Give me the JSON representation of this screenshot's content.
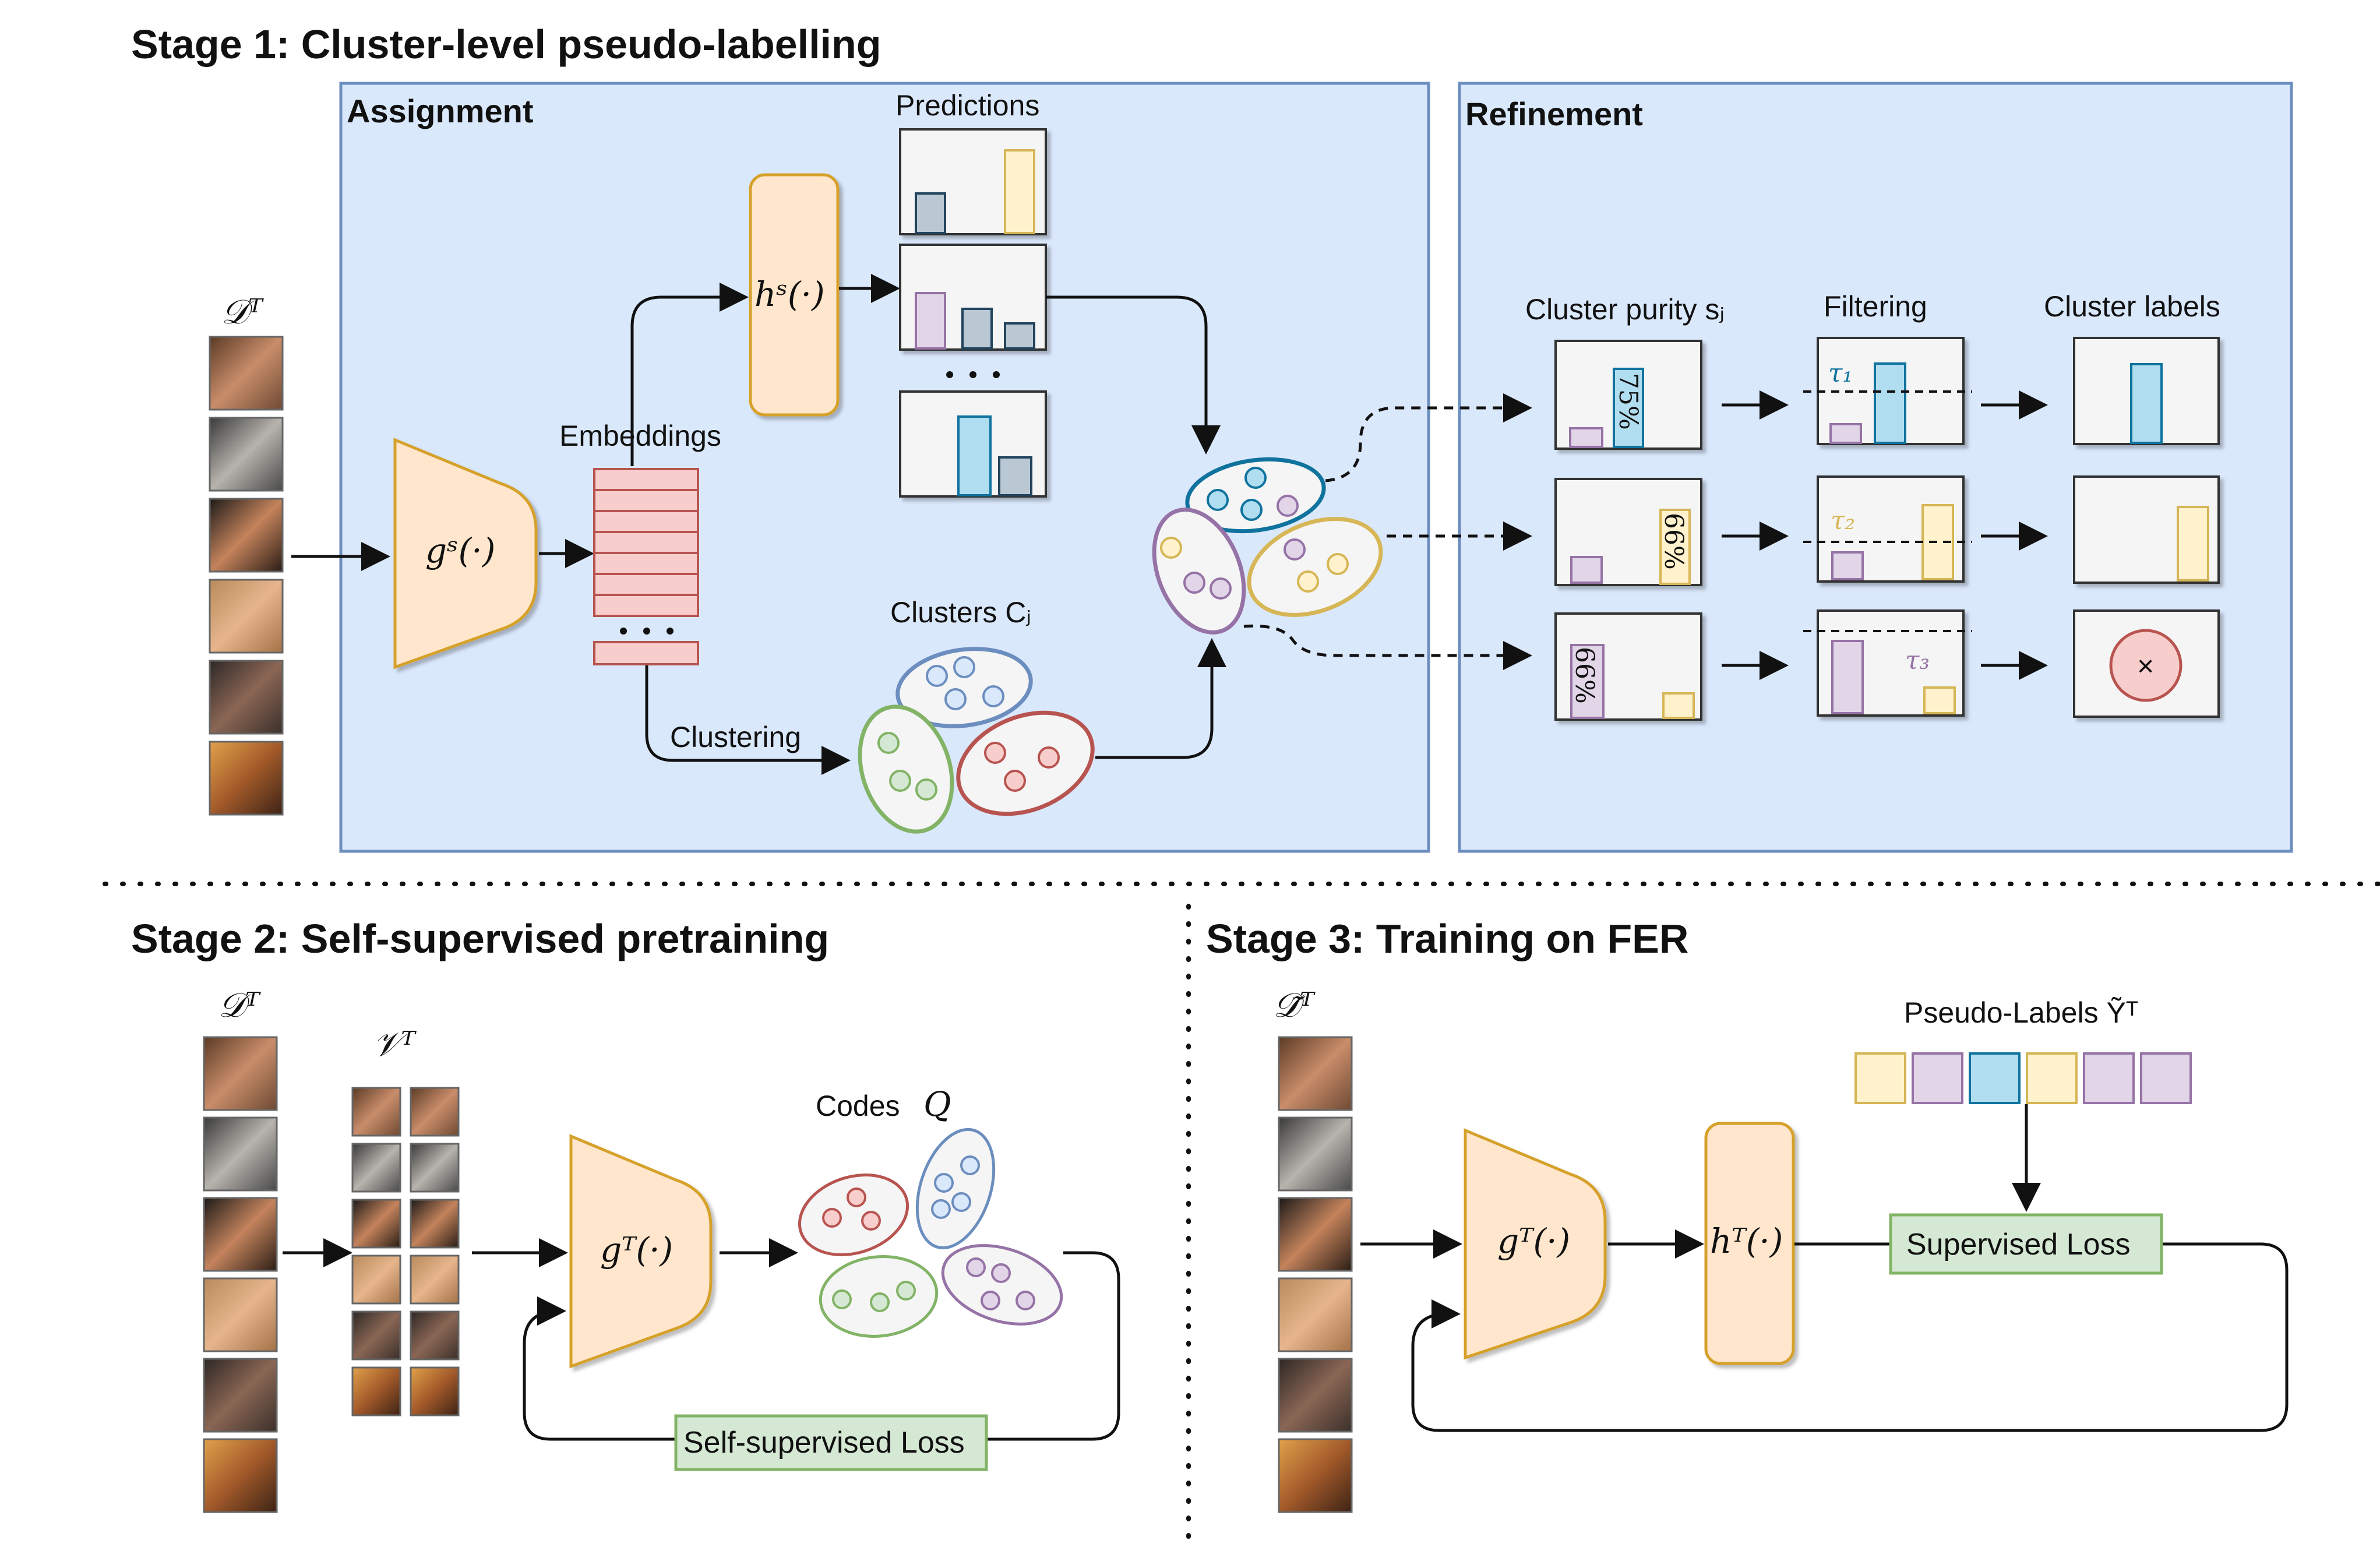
{
  "stage1": {
    "title": "Stage 1: Cluster-level pseudo-labelling",
    "assignment_title": "Assignment",
    "refinement_title": "Refinement",
    "dataset_label": "𝒟ᵀ",
    "student_encoder": "gˢ(·)",
    "student_head": "hˢ(·)",
    "embeddings_label": "Embeddings",
    "predictions_label": "Predictions",
    "clusters_label": "Clusters Cⱼ",
    "clustering_label": "Clustering",
    "purity_label": "Cluster purity sⱼ",
    "filtering_label": "Filtering",
    "cluster_labels_label": "Cluster labels",
    "purities": [
      "75%",
      "66%",
      "66%"
    ],
    "thresholds": [
      "τ₁",
      "τ₂",
      "τ₃"
    ],
    "rejected_symbol": "×"
  },
  "stage2": {
    "title": "Stage 2: Self-supervised pretraining",
    "dataset_label": "𝒟ᵀ",
    "views_label": "𝒱ᵀ",
    "encoder": "gᵀ(·)",
    "codes_label": "Codes",
    "codes_symbol": "Q",
    "loss_label": "Self-supervised Loss"
  },
  "stage3": {
    "title": "Stage 3: Training on FER",
    "dataset_label": "𝒟̃ᵀ",
    "encoder": "gᵀ(·)",
    "head": "hᵀ(·)",
    "pseudo_labels_label": "Pseudo-Labels Ỹᵀ",
    "loss_label": "Supervised Loss",
    "pseudo_label_colors": [
      "#fff2cc",
      "#e1d5e7",
      "#b1ddf0",
      "#fff2cc",
      "#e1d5e7",
      "#e1d5e7"
    ]
  },
  "colors": {
    "panel_fill": "#dae8fc",
    "panel_stroke": "#6c8ebf",
    "encoder_fill": "#ffe6cc",
    "encoder_stroke": "#d6a12a",
    "embedding_fill": "#f8cecc",
    "embedding_stroke": "#b85450",
    "loss_fill": "#d5e8d4",
    "loss_stroke": "#82b366",
    "cluster_blue": "#6c8ebf",
    "cluster_green": "#82b366",
    "cluster_red": "#b85450",
    "cluster_purple": "#9673a6",
    "cluster_yellow": "#d6b656",
    "bar_blue": "#b1ddf0",
    "bar_grey": "#bac8d3",
    "bar_purple": "#e1d5e7",
    "bar_yellow": "#fff2cc"
  }
}
